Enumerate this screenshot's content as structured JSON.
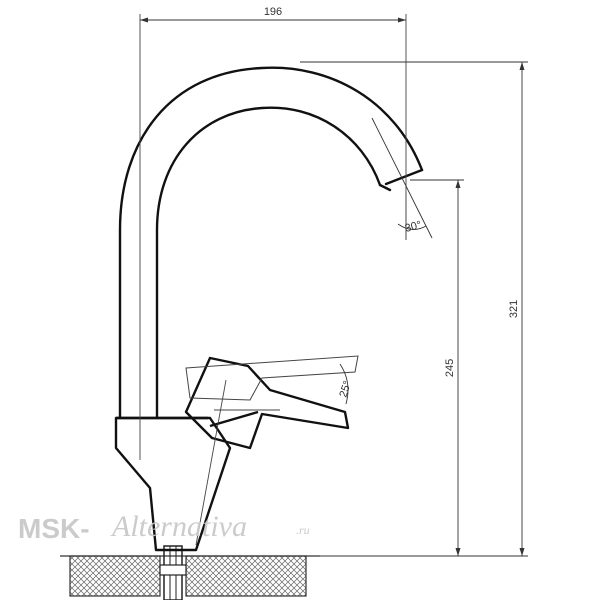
{
  "dimensions": {
    "width_label": "196",
    "height_total_label": "321",
    "height_spout_label": "245",
    "spout_angle_label": "30°",
    "lever_angle_label": "25°"
  },
  "watermark": {
    "prefix": "MSK-",
    "script": "Alternativa",
    "suffix": ".ru"
  }
}
